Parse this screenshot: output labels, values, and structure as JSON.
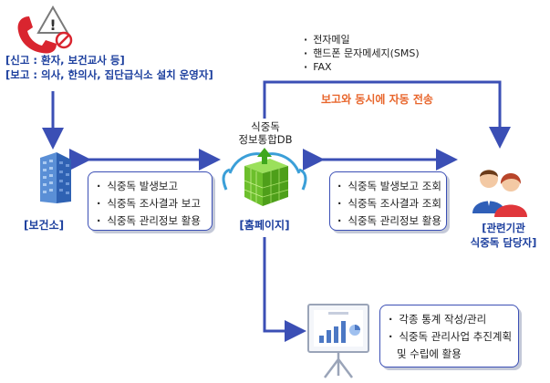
{
  "report_source": {
    "line1": "[신고 : 환자, 보건교사 등]",
    "line2": "[보고 : 의사, 한의사, 집단급식소 설치 운영자]"
  },
  "channels": [
    "전자메일",
    "핸드폰 문자메세지(SMS)",
    "FAX"
  ],
  "auto_send_label": "보고와 동시에 자동 전송",
  "db_label": {
    "line1": "식중독",
    "line2": "정보통합DB"
  },
  "health_center": {
    "label": "[보건소]"
  },
  "homepage": {
    "label": "[홈페이지]"
  },
  "related_agency": {
    "line1": "[관련기관",
    "line2": "식중독 담당자]"
  },
  "left_box_items": [
    "식중독 발생보고",
    "식중독 조사결과 보고",
    "식중독 관리정보 활용"
  ],
  "right_box_items": [
    "식중독 발생보고 조회",
    "식중독 조사결과 조회",
    "식중독 관리정보 활용"
  ],
  "bottom_box_items": [
    "각종 통계 작성/관리",
    "식중독 관리사업 추진계획",
    "및 수립에 활용"
  ],
  "colors": {
    "arrow": "#3b4fb5",
    "accent": "#e8662c",
    "label": "#1c3f9e",
    "cube": "#6cbf2c"
  }
}
